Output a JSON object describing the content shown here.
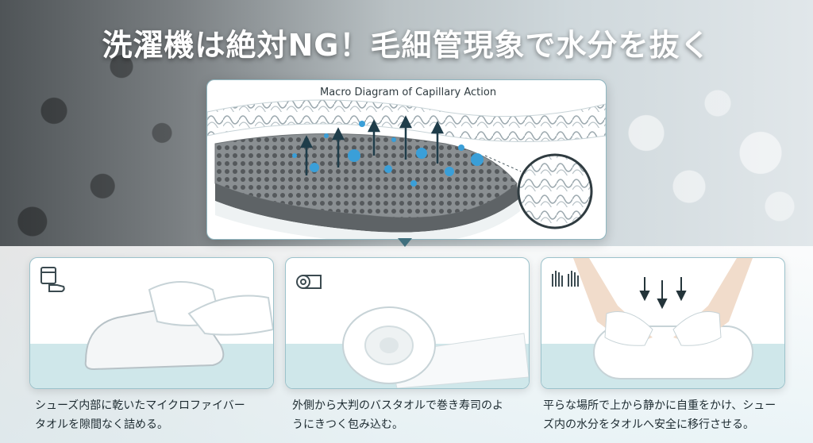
{
  "title": "洗濯機は絶対NG！毛細管現象で水分を抜く",
  "diagram": {
    "title": "Macro Diagram of Capillary Action"
  },
  "steps": [
    {
      "icon": "towel-and-shoe-icon",
      "caption": "シューズ内部に乾いたマイクロファイバー\nタオルを隙間なく詰める。"
    },
    {
      "icon": "rolled-towel-icon",
      "caption": "外側から大判のバスタオルで巻き寿司のよ\nうにきつく包み込む。"
    },
    {
      "icon": "pressing-hands-icon",
      "caption": "平らな場所で上から静かに自重をかけ、シュー\nズ内の水分をタオルへ安全に移行させる。"
    }
  ],
  "colors": {
    "accent": "#2f7fa0",
    "drop": "#3a9fd8",
    "panel_border": "#9bc2cb"
  }
}
